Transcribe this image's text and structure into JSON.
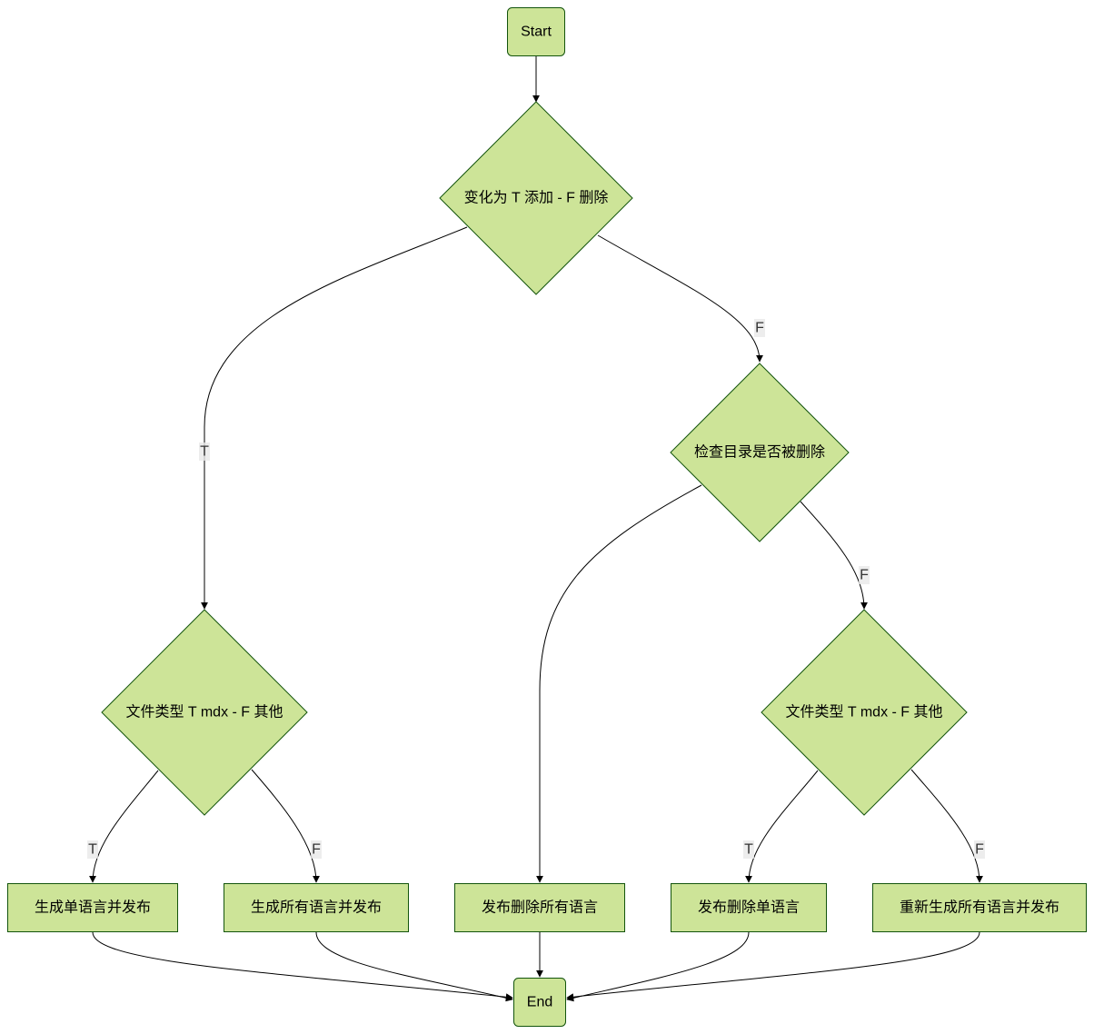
{
  "colors": {
    "node_fill": "#cde498",
    "node_stroke": "#13540c",
    "edge": "#000000",
    "edge_label_bg": "#e8e8e8"
  },
  "diagram": {
    "type": "flowchart",
    "nodes": [
      {
        "id": "start",
        "shape": "rounded",
        "label": "Start"
      },
      {
        "id": "change",
        "shape": "diamond",
        "label": "变化为 T 添加 - F 删除"
      },
      {
        "id": "filetype_add",
        "shape": "diamond",
        "label": "文件类型 T mdx - F 其他"
      },
      {
        "id": "dir_deleted",
        "shape": "diamond",
        "label": "检查目录是否被删除"
      },
      {
        "id": "filetype_del",
        "shape": "diamond",
        "label": "文件类型 T mdx - F 其他"
      },
      {
        "id": "gen_single",
        "shape": "rect",
        "label": "生成单语言并发布"
      },
      {
        "id": "gen_all",
        "shape": "rect",
        "label": "生成所有语言并发布"
      },
      {
        "id": "pub_del_all",
        "shape": "rect",
        "label": "发布删除所有语言"
      },
      {
        "id": "pub_del_single",
        "shape": "rect",
        "label": "发布删除单语言"
      },
      {
        "id": "regen_all",
        "shape": "rect",
        "label": "重新生成所有语言并发布"
      },
      {
        "id": "end",
        "shape": "rounded",
        "label": "End"
      }
    ],
    "edges": [
      {
        "from": "start",
        "to": "change",
        "label": ""
      },
      {
        "from": "change",
        "to": "filetype_add",
        "label": "T"
      },
      {
        "from": "change",
        "to": "dir_deleted",
        "label": "F"
      },
      {
        "from": "dir_deleted",
        "to": "pub_del_all",
        "label": ""
      },
      {
        "from": "dir_deleted",
        "to": "filetype_del",
        "label": "F"
      },
      {
        "from": "filetype_add",
        "to": "gen_single",
        "label": "T"
      },
      {
        "from": "filetype_add",
        "to": "gen_all",
        "label": "F"
      },
      {
        "from": "filetype_del",
        "to": "pub_del_single",
        "label": "T"
      },
      {
        "from": "filetype_del",
        "to": "regen_all",
        "label": "F"
      },
      {
        "from": "gen_single",
        "to": "end",
        "label": ""
      },
      {
        "from": "gen_all",
        "to": "end",
        "label": ""
      },
      {
        "from": "pub_del_all",
        "to": "end",
        "label": ""
      },
      {
        "from": "pub_del_single",
        "to": "end",
        "label": ""
      },
      {
        "from": "regen_all",
        "to": "end",
        "label": ""
      }
    ]
  }
}
